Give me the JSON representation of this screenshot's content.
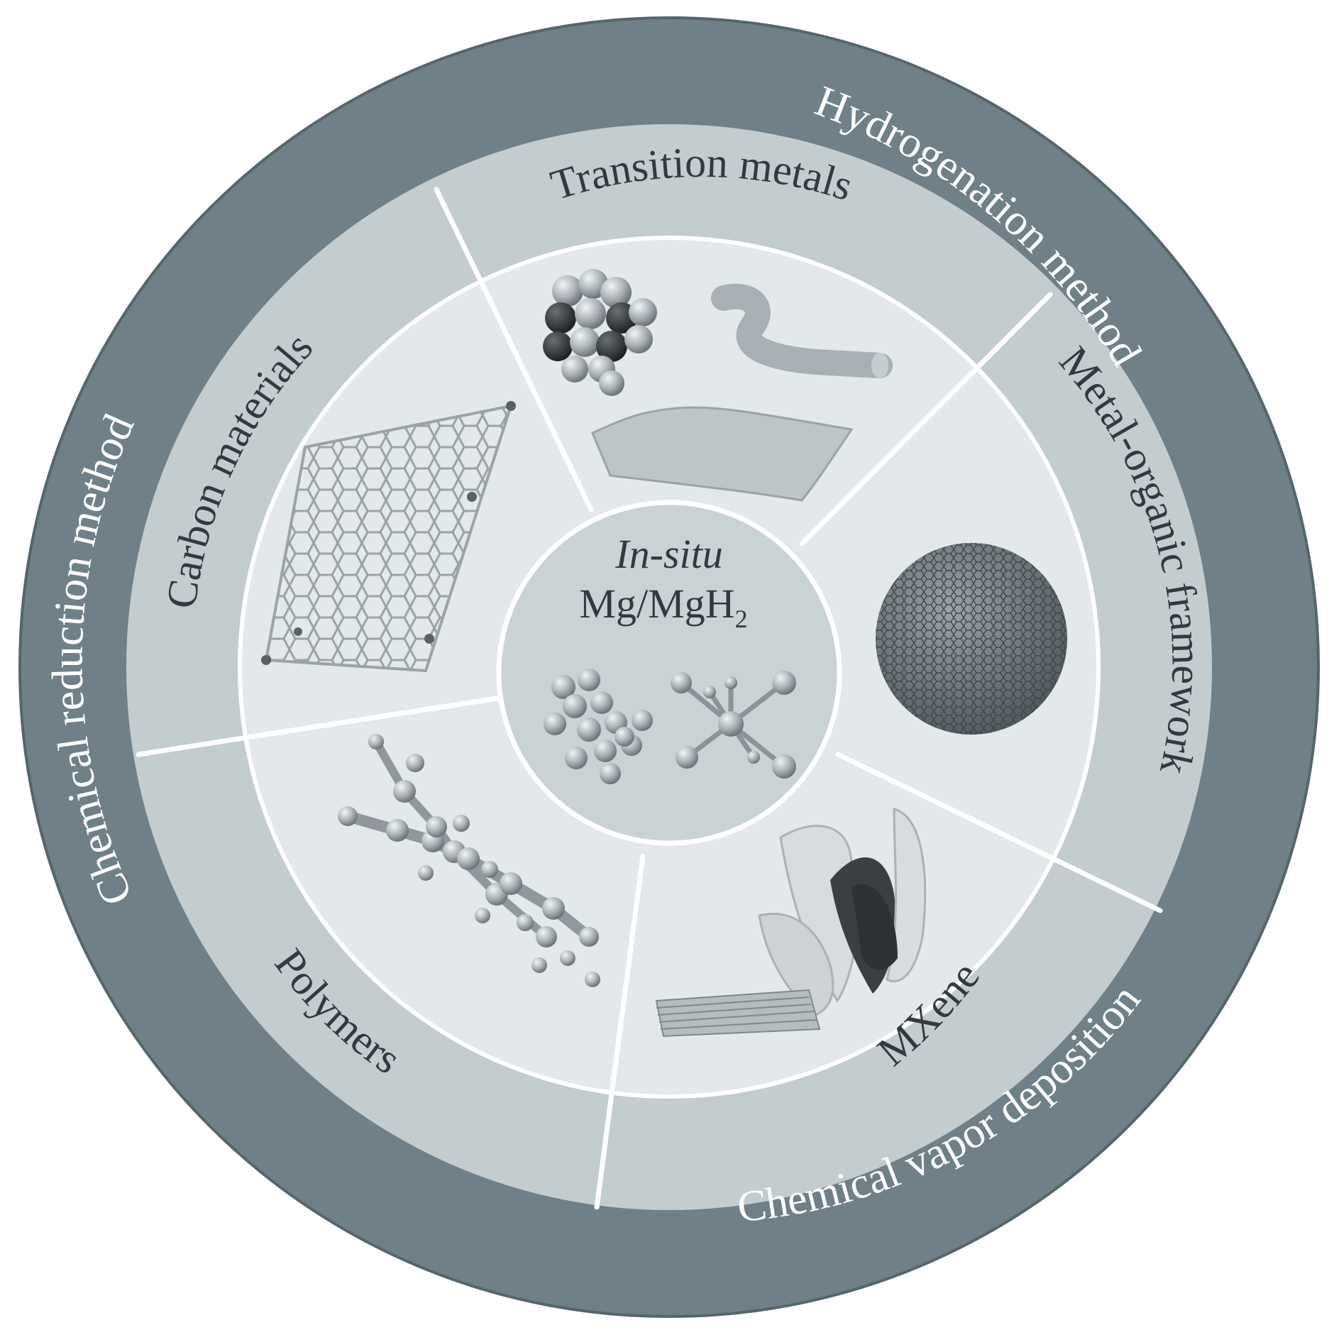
{
  "center": {
    "line1": "In-situ",
    "line2_base": "Mg/MgH",
    "line2_sub": "2"
  },
  "methods": {
    "hydrogenation": "Hydrogenation method",
    "chemical_reduction": "Chemical reduction method",
    "chemical_vapor_deposition": "Chemical vapor deposition"
  },
  "sectors": {
    "transition_metals": "Transition metals",
    "metal_organic_framework": "Metal-organic framework",
    "mxene": "MXene",
    "polymers": "Polymers",
    "carbon_materials": "Carbon materials"
  },
  "colors": {
    "outer_ring": "#6f8088",
    "sector_band": "#c3cccf",
    "sector_inner": "#e3e8ea",
    "center_disc": "#c9d2d5",
    "text_dark": "#2f3b40",
    "separator": "#ffffff"
  }
}
